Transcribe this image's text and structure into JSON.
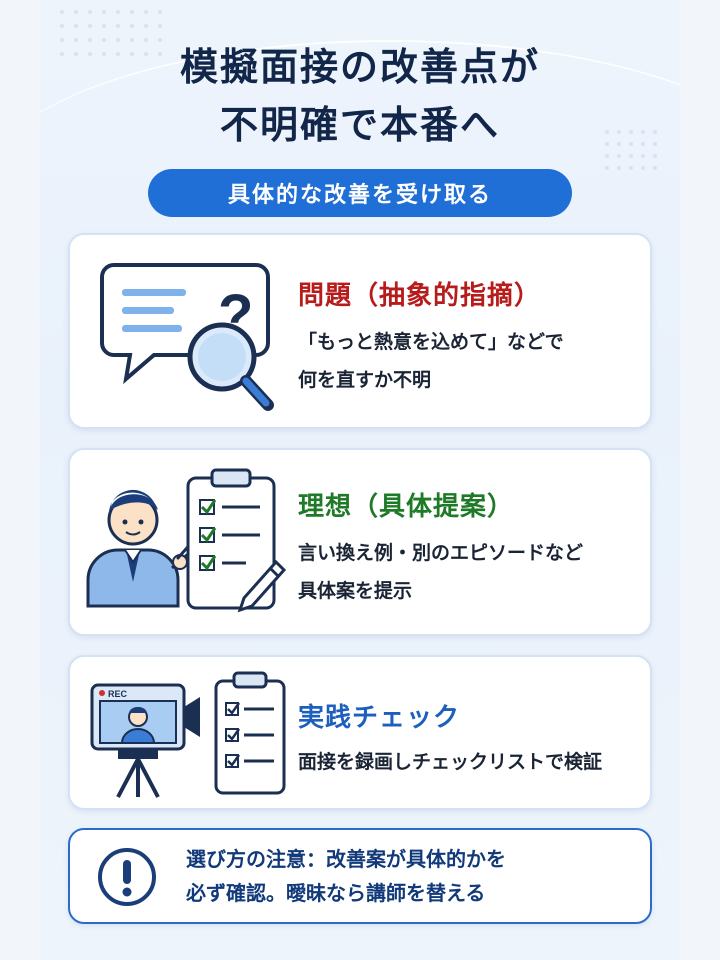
{
  "title_line1": "模擬面接の改善点が",
  "title_line2": "不明確で本番へ",
  "subtitle": "具体的な改善を受け取る",
  "cards": [
    {
      "heading": "問題（抽象的指摘）",
      "line1": "「もっと熱意を込めて」などで",
      "line2": "何を直すか不明",
      "icon": "speech-bubble-question-magnifier-icon",
      "accent": "#b71c1c"
    },
    {
      "heading": "理想（具体提案）",
      "line1": "言い換え例・別のエピソードなど",
      "line2": "具体案を提示",
      "icon": "teacher-checklist-pencil-icon",
      "accent": "#1e7a26"
    },
    {
      "heading": "実践チェック",
      "line1": "面接を録画しチェックリストで検証",
      "rec_label": "REC",
      "icon": "video-camera-checklist-icon",
      "accent": "#1c5fbf"
    }
  ],
  "note": {
    "line1": "選び方の注意：改善案が具体的かを",
    "line2": "必ず確認。曖昧なら講師を替える",
    "icon": "exclamation-circle-icon",
    "accent": "#2a6dc8"
  }
}
